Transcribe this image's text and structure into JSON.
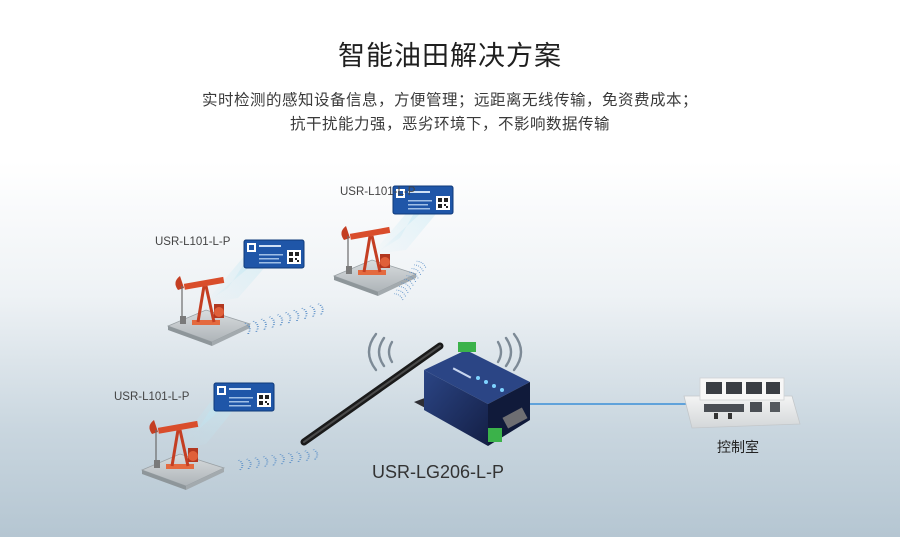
{
  "title": "智能油田解决方案",
  "subtitle_line1": "实时检测的感知设备信息，方便管理；远距离无线传输，免资费成本；",
  "subtitle_line2": "抗干扰能力强，恶劣环境下，不影响数据传输",
  "nodes": [
    {
      "label": "USR-L101-L-P"
    },
    {
      "label": "USR-L101-L-P"
    },
    {
      "label": "USR-L101-L-P"
    }
  ],
  "gateway": {
    "label": "USR-LG206-L-P"
  },
  "control_room": {
    "label": "控制室"
  },
  "colors": {
    "link": "#3a8fd8",
    "module_blue": "#1f56a8",
    "gateway_body": "#1b2e63",
    "pump_orange": "#d2472a",
    "beam": "#bfe6f2"
  }
}
